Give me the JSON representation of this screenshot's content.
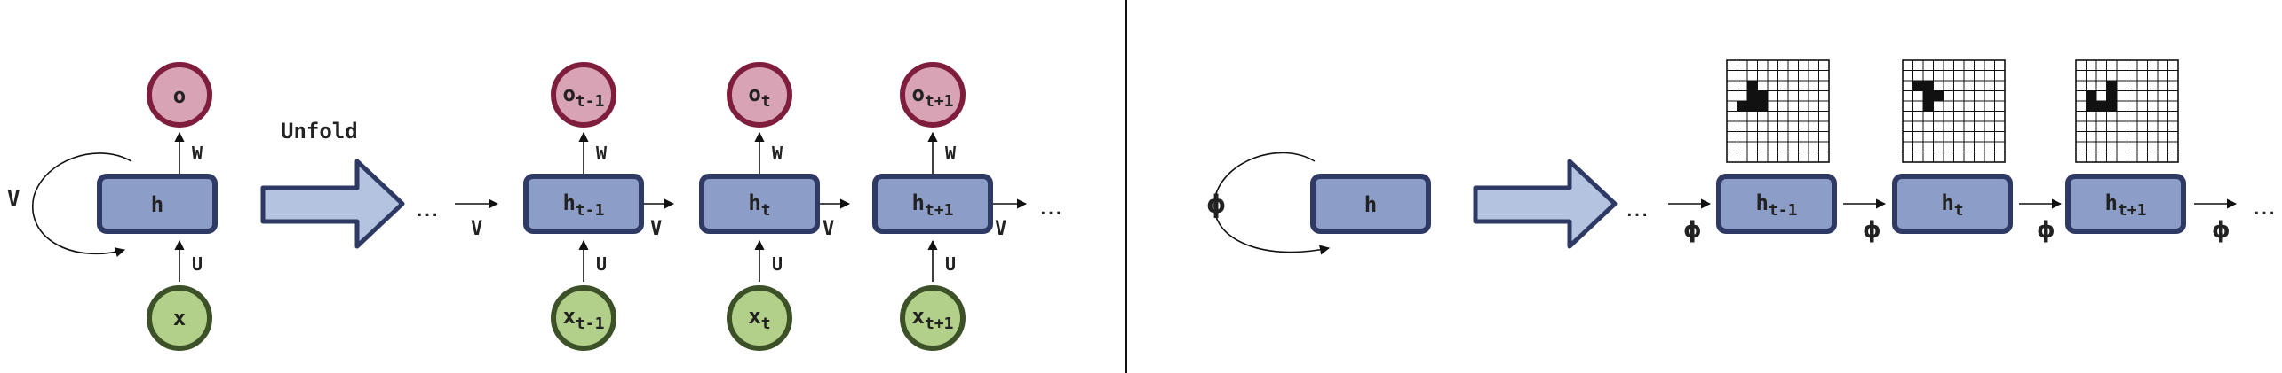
{
  "colors": {
    "hidden_fill": "#8c9ec8",
    "hidden_stroke": "#2e3a63",
    "output_fill": "#d9a3b6",
    "output_stroke": "#7f1d3d",
    "input_fill": "#b3d08a",
    "input_stroke": "#3d5129",
    "arrow_fill": "#b3c3e0",
    "arrow_stroke": "#2e3a63",
    "pixel_on": "#111111",
    "grid_line": "#111111"
  },
  "left_panel": {
    "folded": {
      "h": "h",
      "o": "o",
      "x": "x",
      "loop_weight": "V",
      "w_label": "W",
      "u_label": "U"
    },
    "unfold_label": "Unfold",
    "ellipsis": "…",
    "transition_label": "V",
    "steps": [
      {
        "h_base": "h",
        "h_sub": "t-1",
        "o_base": "o",
        "o_sub": "t-1",
        "x_base": "x",
        "x_sub": "t-1",
        "w_label": "W",
        "u_label": "U"
      },
      {
        "h_base": "h",
        "h_sub": "t",
        "o_base": "o",
        "o_sub": "t",
        "x_base": "x",
        "x_sub": "t",
        "w_label": "W",
        "u_label": "U"
      },
      {
        "h_base": "h",
        "h_sub": "t+1",
        "o_base": "o",
        "o_sub": "t+1",
        "x_base": "x",
        "x_sub": "t+1",
        "w_label": "W",
        "u_label": "U"
      }
    ]
  },
  "right_panel": {
    "folded": {
      "h": "h",
      "loop_weight": "ϕ"
    },
    "ellipsis": "…",
    "transition_label": "ϕ",
    "steps": [
      {
        "h_base": "h",
        "h_sub": "t-1",
        "grid_on": [
          [
            2,
            2
          ],
          [
            3,
            2
          ],
          [
            3,
            3
          ],
          [
            4,
            1
          ],
          [
            4,
            2
          ],
          [
            4,
            3
          ]
        ]
      },
      {
        "h_base": "h",
        "h_sub": "t",
        "grid_on": [
          [
            2,
            1
          ],
          [
            2,
            2
          ],
          [
            3,
            2
          ],
          [
            3,
            3
          ],
          [
            4,
            2
          ]
        ]
      },
      {
        "h_base": "h",
        "h_sub": "t+1",
        "grid_on": [
          [
            2,
            3
          ],
          [
            3,
            1
          ],
          [
            3,
            3
          ],
          [
            4,
            1
          ],
          [
            4,
            2
          ],
          [
            4,
            3
          ]
        ]
      }
    ]
  }
}
